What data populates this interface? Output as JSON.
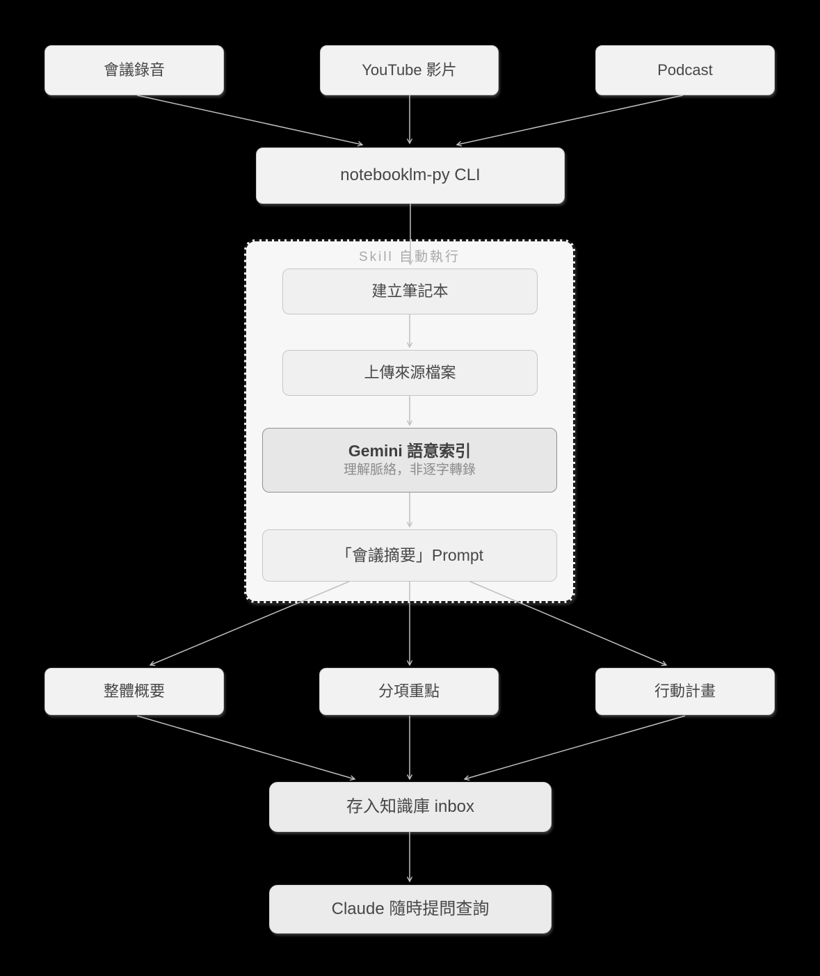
{
  "diagram": {
    "sources": [
      {
        "id": "meeting-recording",
        "label": "會議錄音"
      },
      {
        "id": "youtube-video",
        "label": "YouTube 影片"
      },
      {
        "id": "podcast",
        "label": "Podcast"
      }
    ],
    "cli": {
      "label": "notebooklm-py CLI"
    },
    "skill_group": {
      "label": "Skill 自動執行",
      "steps": [
        {
          "id": "create-notebook",
          "label": "建立筆記本"
        },
        {
          "id": "upload-sources",
          "label": "上傳來源檔案"
        },
        {
          "id": "gemini-index",
          "label": "Gemini 語意索引",
          "sublabel": "理解脈絡，非逐字轉錄"
        },
        {
          "id": "meeting-summary-prompt",
          "label": "「會議摘要」Prompt"
        }
      ]
    },
    "outputs": [
      {
        "id": "overview",
        "label": "整體概要"
      },
      {
        "id": "key-points",
        "label": "分項重點"
      },
      {
        "id": "action-plan",
        "label": "行動計畫"
      }
    ],
    "inbox": {
      "label": "存入知識庫 inbox"
    },
    "query": {
      "label": "Claude 隨時提問查詢"
    },
    "edges": [
      {
        "from": "meeting-recording",
        "to": "cli"
      },
      {
        "from": "youtube-video",
        "to": "cli"
      },
      {
        "from": "podcast",
        "to": "cli"
      },
      {
        "from": "cli",
        "to": "create-notebook"
      },
      {
        "from": "create-notebook",
        "to": "upload-sources"
      },
      {
        "from": "upload-sources",
        "to": "gemini-index"
      },
      {
        "from": "gemini-index",
        "to": "meeting-summary-prompt"
      },
      {
        "from": "meeting-summary-prompt",
        "to": "overview"
      },
      {
        "from": "meeting-summary-prompt",
        "to": "key-points"
      },
      {
        "from": "meeting-summary-prompt",
        "to": "action-plan"
      },
      {
        "from": "overview",
        "to": "inbox"
      },
      {
        "from": "key-points",
        "to": "inbox"
      },
      {
        "from": "action-plan",
        "to": "inbox"
      },
      {
        "from": "inbox",
        "to": "claude-query"
      }
    ],
    "colors": {
      "background": "#000000",
      "node_fill": "#f2f2f2",
      "node_border": "#c9c9c9",
      "node_text": "#474747",
      "group_fill": "#f7f7f7",
      "group_border": "#191919",
      "group_label": "#a9a9a9",
      "highlight_fill": "#e7e7e7",
      "highlight_border": "#909090",
      "subtext": "#8c8c8c",
      "arrow": "#bfbfbf"
    }
  }
}
